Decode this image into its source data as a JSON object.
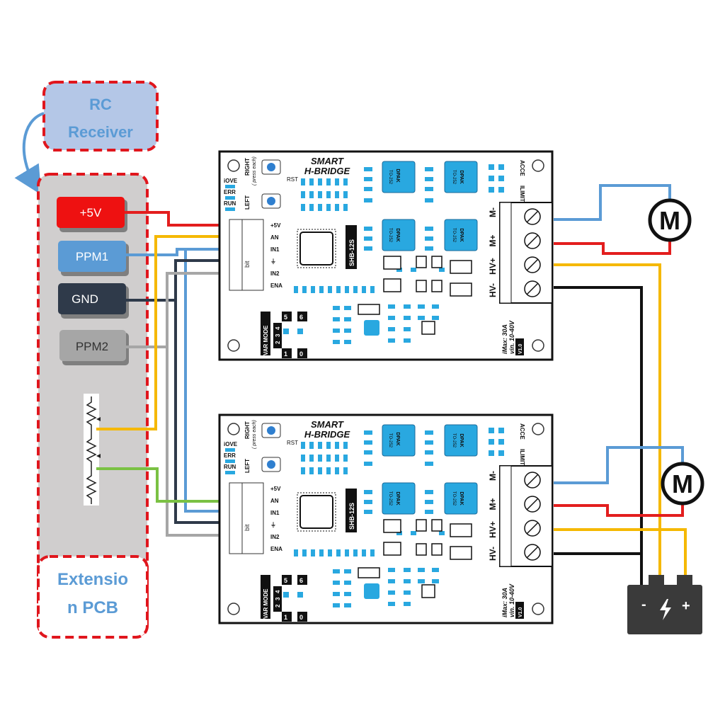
{
  "rc_receiver": {
    "line1": "RC",
    "line2": "Receiver"
  },
  "extension": {
    "line1": "Extensio",
    "line2": "n PCB",
    "signals": [
      {
        "label": "+5V",
        "color": "#ee1111",
        "text_color": "#ffffff"
      },
      {
        "label": "PPM1",
        "color": "#5b9bd5",
        "text_color": "#ffffff"
      },
      {
        "label": "GND",
        "color": "#2f3a4a",
        "text_color": "#ffffff"
      },
      {
        "label": "PPM2",
        "color": "#a6a6a6",
        "text_color": "#333333"
      }
    ]
  },
  "board": {
    "title1": "SMART",
    "title2": "H-BRIDGE",
    "model": "SHB-12S",
    "pins": [
      "+5V",
      "AN",
      "IN1",
      "⏚",
      "IN2",
      "ENA"
    ],
    "bit": "bit",
    "buttons": {
      "right": "RIGHT",
      "left": "LEFT",
      "press": "( press each)",
      "rst": "RST"
    },
    "leds": [
      "iOVE",
      "ERR",
      "RUN"
    ],
    "dpak": [
      "DPAK",
      "TO-252"
    ],
    "acce": "ACCE",
    "ilimit": "ILIMIT",
    "terminals": [
      "M-",
      "M+",
      "HV+",
      "HV-"
    ],
    "imax": "iMax: 30A",
    "vin": "vin. 10-40V",
    "version": "V1.0",
    "varmode": "VAR MODE",
    "mode_nums": [
      "2",
      "3",
      "4"
    ],
    "num5": "5",
    "num6": "6",
    "num1": "1",
    "num0": "0"
  },
  "motor_label": "M",
  "battery": {
    "minus": "-",
    "plus": "+"
  },
  "colors": {
    "red": "#e31e1e",
    "blue": "#5b9bd5",
    "yellow": "#f5b800",
    "black": "#111111",
    "gray": "#a6a6a6",
    "green": "#7ac143",
    "navy": "#2f3a4a"
  }
}
